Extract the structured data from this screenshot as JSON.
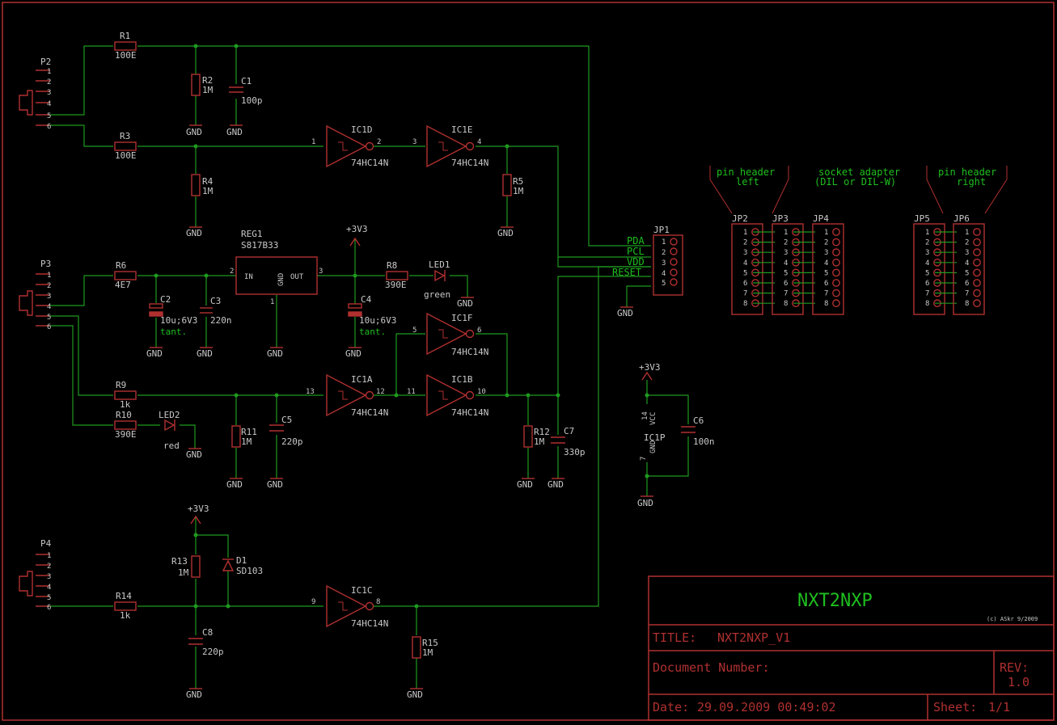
{
  "title_block": {
    "project": "NXT2NXP",
    "title_label": "TITLE:",
    "title_value": "NXT2NXP_V1",
    "docnum_label": "Document Number:",
    "rev_label": "REV:",
    "rev_value": "1.0",
    "date_label": "Date:",
    "date_value": "29.09.2009 00:49:02",
    "sheet_label": "Sheet:",
    "sheet_value": "1/1",
    "copyright": "(c) ASkr 9/2009"
  },
  "connectors": {
    "p2": "P2",
    "p3": "P3",
    "p4": "P4",
    "pins": [
      "1",
      "2",
      "3",
      "4",
      "5",
      "6"
    ]
  },
  "resistors": [
    {
      "ref": "R1",
      "value": "100E"
    },
    {
      "ref": "R2",
      "value": "1M"
    },
    {
      "ref": "R3",
      "value": "100E"
    },
    {
      "ref": "R4",
      "value": "1M"
    },
    {
      "ref": "R5",
      "value": "1M"
    },
    {
      "ref": "R6",
      "value": "4E7"
    },
    {
      "ref": "R8",
      "value": "390E"
    },
    {
      "ref": "R9",
      "value": "1k"
    },
    {
      "ref": "R10",
      "value": "390E"
    },
    {
      "ref": "R11",
      "value": "1M"
    },
    {
      "ref": "R12",
      "value": "1M"
    },
    {
      "ref": "R13",
      "value": "1M"
    },
    {
      "ref": "R14",
      "value": "1k"
    },
    {
      "ref": "R15",
      "value": "1M"
    }
  ],
  "capacitors": [
    {
      "ref": "C1",
      "value": "100p"
    },
    {
      "ref": "C2",
      "value": "10u;6V3",
      "note": "tant."
    },
    {
      "ref": "C3",
      "value": "220n"
    },
    {
      "ref": "C4",
      "value": "10u;6V3",
      "note": "tant."
    },
    {
      "ref": "C5",
      "value": "220p"
    },
    {
      "ref": "C6",
      "value": "100n"
    },
    {
      "ref": "C7",
      "value": "330p"
    },
    {
      "ref": "C8",
      "value": "220p"
    }
  ],
  "ics": {
    "gates": [
      {
        "ref": "IC1D",
        "part": "74HC14N",
        "in": "1",
        "out": "2"
      },
      {
        "ref": "IC1E",
        "part": "74HC14N",
        "in": "3",
        "out": "4"
      },
      {
        "ref": "IC1F",
        "part": "74HC14N",
        "in": "5",
        "out": "6"
      },
      {
        "ref": "IC1A",
        "part": "74HC14N",
        "in": "13",
        "out": "12"
      },
      {
        "ref": "IC1B",
        "part": "74HC14N",
        "in": "11",
        "out": "10"
      },
      {
        "ref": "IC1C",
        "part": "74HC14N",
        "in": "9",
        "out": "8"
      }
    ],
    "power": {
      "ref": "IC1P",
      "vcc": "VCC",
      "gnd": "GND",
      "vcc_pin": "14",
      "gnd_pin": "7"
    }
  },
  "regulator": {
    "ref": "REG1",
    "part": "S817B33",
    "in": "IN",
    "gnd": "GND",
    "out": "OUT",
    "pin_in": "2",
    "pin_gnd": "1",
    "pin_out": "3"
  },
  "leds": [
    {
      "ref": "LED1",
      "color": "green"
    },
    {
      "ref": "LED2",
      "color": "red"
    }
  ],
  "diode": {
    "ref": "D1",
    "part": "SD103"
  },
  "supply": {
    "v33": "+3V3",
    "gnd": "GND"
  },
  "jp1": {
    "ref": "JP1",
    "signals": [
      "PDA",
      "PCL",
      "VDD",
      "RESET"
    ],
    "pins": [
      "1",
      "2",
      "3",
      "4",
      "5"
    ]
  },
  "headers": {
    "jp2": "JP2",
    "jp3": "JP3",
    "jp4": "JP4",
    "jp5": "JP5",
    "jp6": "JP6",
    "pins": [
      "1",
      "2",
      "3",
      "4",
      "5",
      "6",
      "7",
      "8"
    ],
    "note_left_1": "pin header",
    "note_left_2": "left",
    "note_mid_1": "socket adapter",
    "note_mid_2": "(DIL or DIL-W)",
    "note_right_1": "pin header",
    "note_right_2": "right"
  },
  "colors": {
    "frame": "#b03030",
    "wire": "#1f9a1f",
    "text": "#c8c8c8",
    "note": "#1fbf1f"
  }
}
